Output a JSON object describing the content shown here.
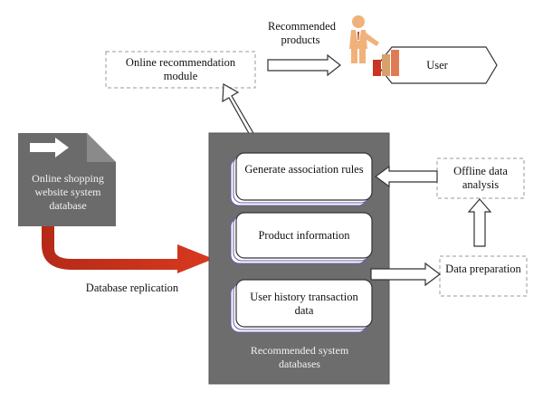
{
  "diagram": {
    "nodes": {
      "online_module": "Online recommendation module",
      "recommended_products": "Recommended products",
      "user": "User",
      "source_db": "Online shopping website system database",
      "assoc_rules": "Generate association rules",
      "product_info": "Product information",
      "history": "User history transaction data",
      "rec_db": "Recommended system databases",
      "offline": "Offline data analysis",
      "prep": "Data preparation",
      "replication": "Database replication"
    },
    "icons": {
      "person": "person-icon",
      "bars": "bar-chart-icon",
      "arrow": "right-arrow-icon"
    },
    "colors": {
      "panel": "#6d6d6d",
      "doc": "#6b6b6b",
      "red_arrow": "#cc3320",
      "bar_red": "#cc3320",
      "bar_tan": "#d9a06b",
      "bar_orange": "#e07a55",
      "skin": "#f0b27a",
      "card_border": "#6a5aa6"
    }
  }
}
